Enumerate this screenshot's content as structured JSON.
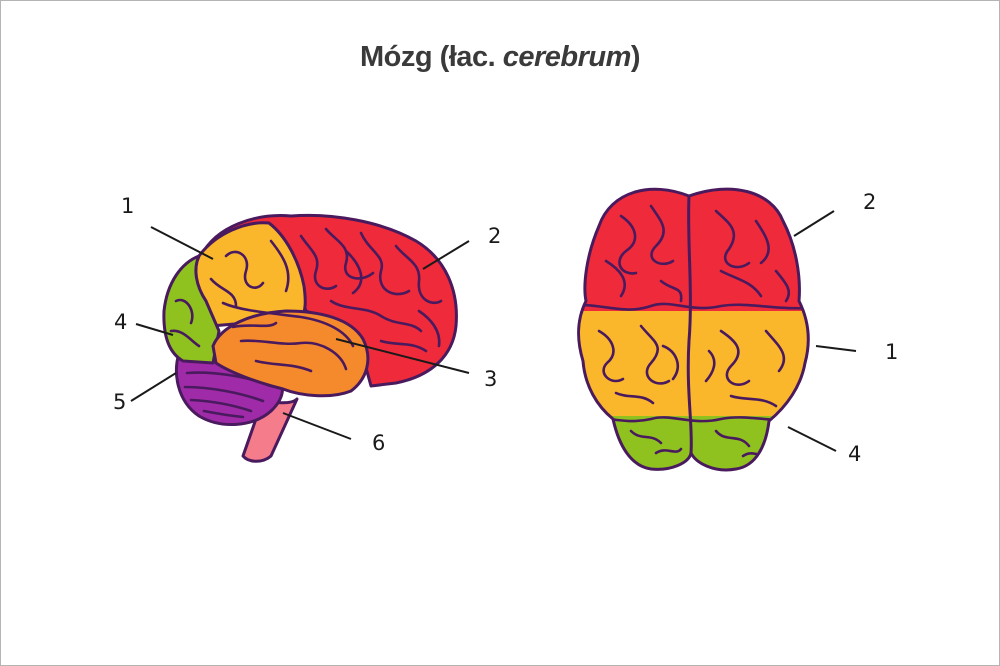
{
  "title": {
    "main": "Mózg (łac. ",
    "latin": "cerebrum",
    "close": ")"
  },
  "colors": {
    "frontal": "#ee2a3b",
    "parietal": "#fbb72c",
    "temporal": "#f58a2c",
    "occipital": "#8fc21e",
    "cerebellum": "#a02ba8",
    "brainstem": "#f47c8b",
    "outline": "#4a1a5e"
  },
  "side_view": {
    "labels": {
      "parietal": "1",
      "frontal": "2",
      "temporal": "3",
      "occipital": "4",
      "cerebellum": "5",
      "brainstem": "6"
    }
  },
  "top_view": {
    "labels": {
      "frontal": "2",
      "parietal": "1",
      "occipital": "4"
    }
  }
}
